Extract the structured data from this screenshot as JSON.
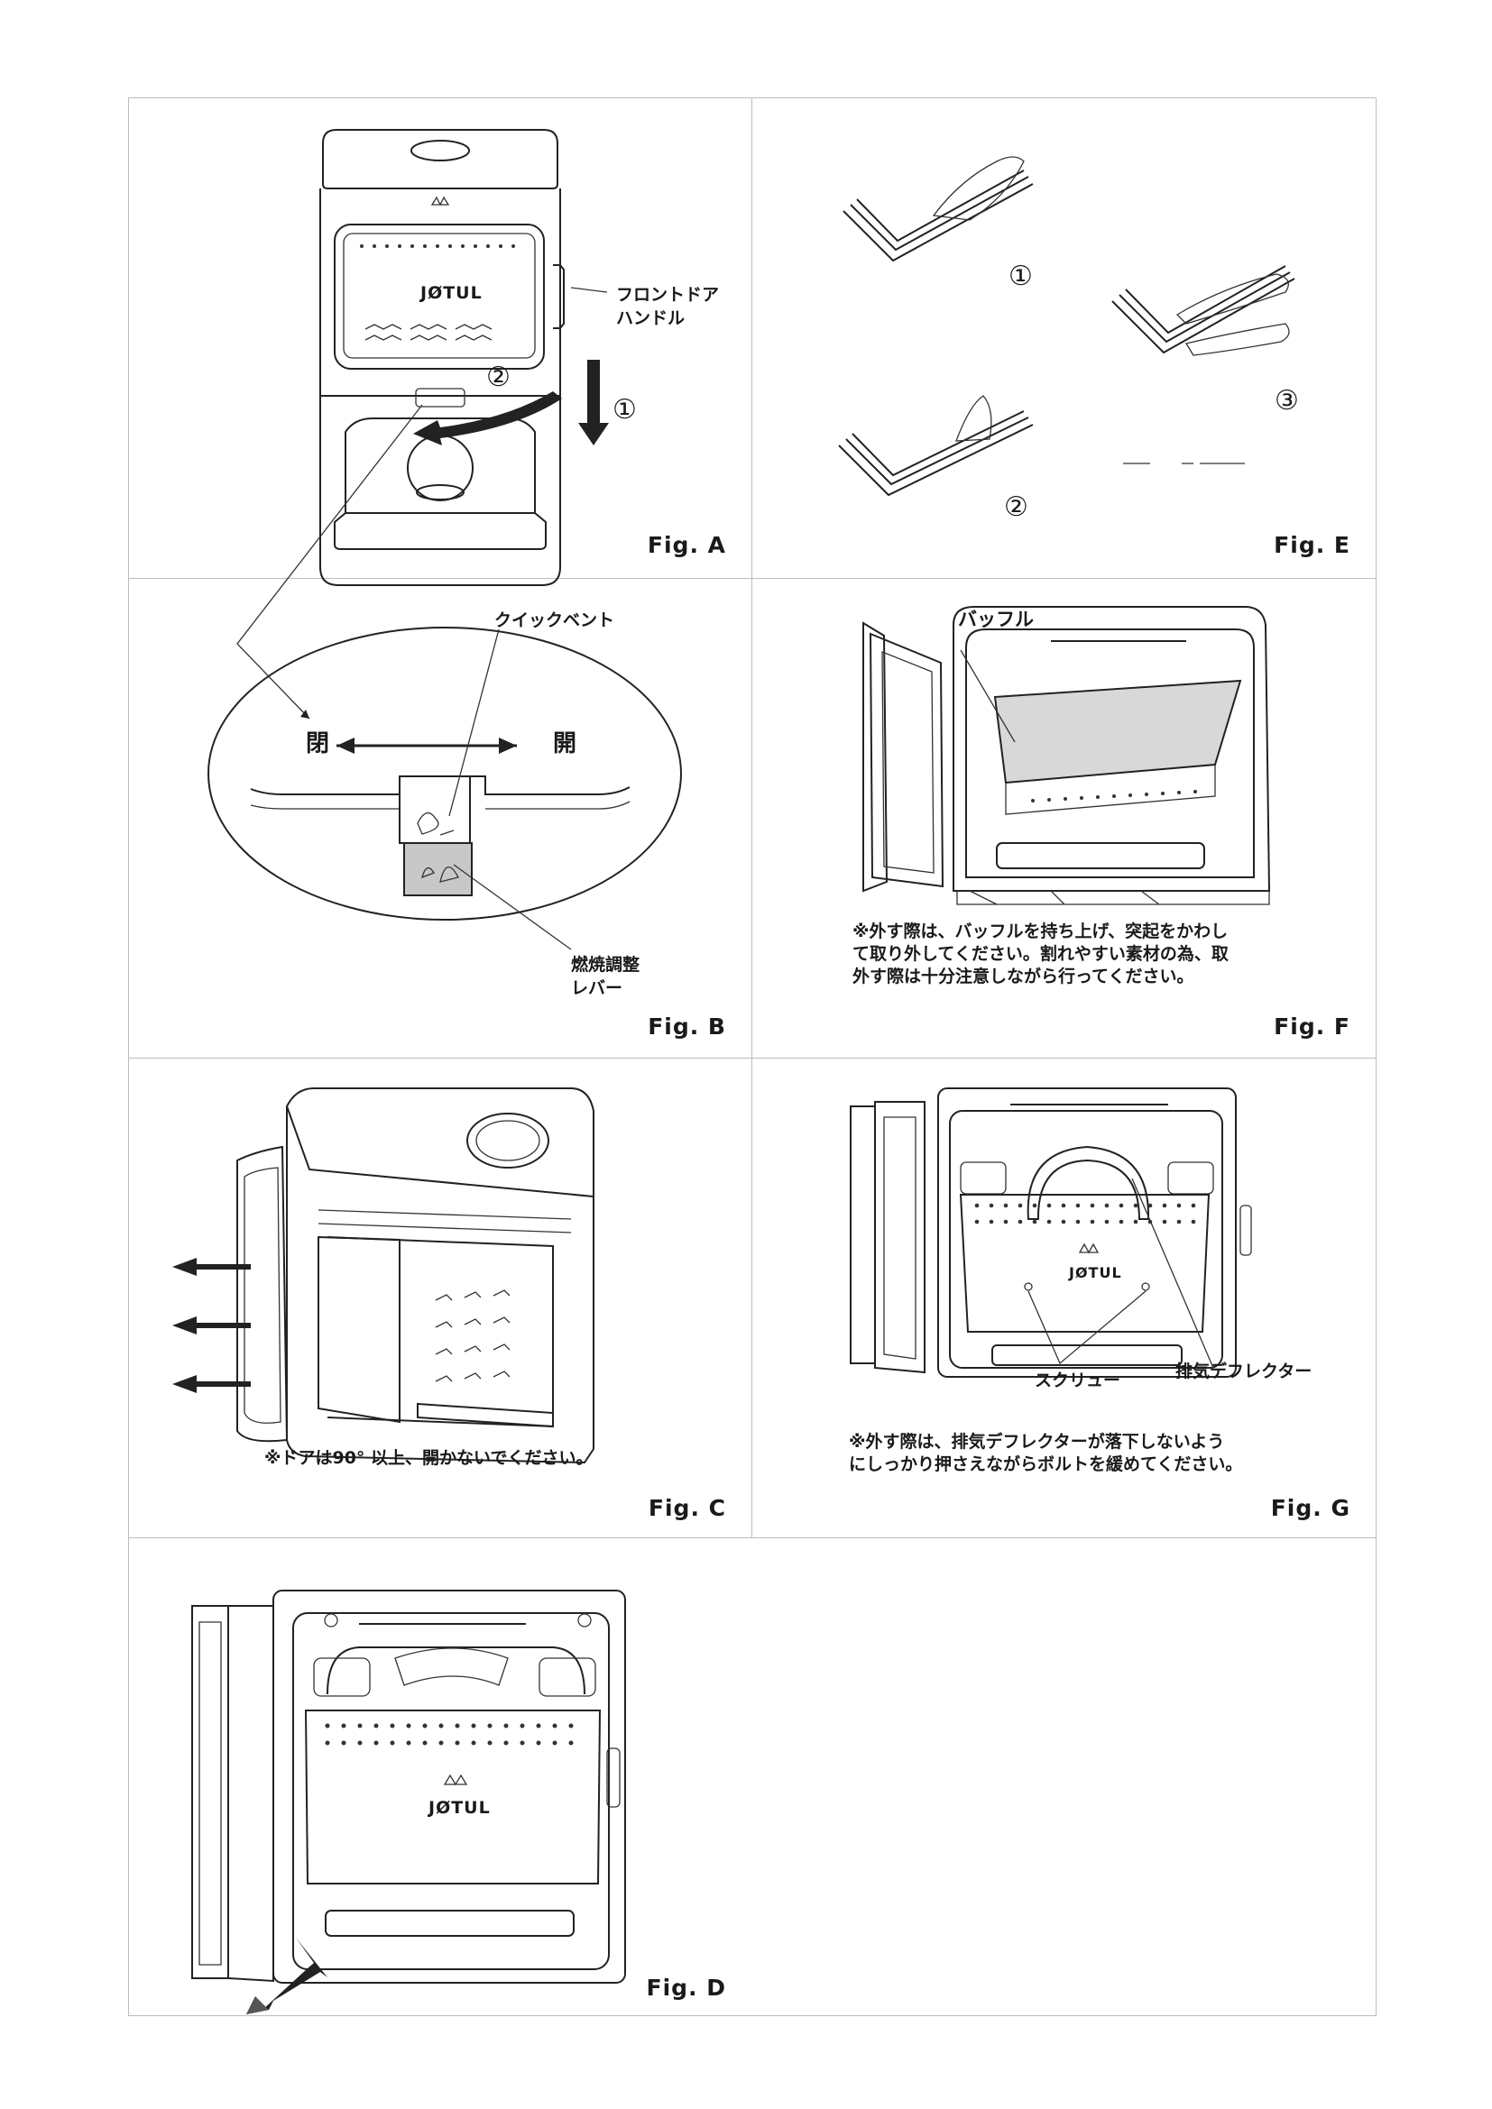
{
  "figures": {
    "a": {
      "label": "Fig. A",
      "callout_line1": "フロントドア",
      "callout_line2": "ハンドル",
      "step1": "①",
      "step2": "②",
      "logo": "JØTUL"
    },
    "b": {
      "label": "Fig. B",
      "quick_vent": "クイックベント",
      "closed_left": "閉",
      "closed_right": "開",
      "lever_line1": "燃焼調整",
      "lever_line2": "レバー"
    },
    "c": {
      "label": "Fig. C",
      "note": "※ドアは90°  以上、開かないでください。"
    },
    "d": {
      "label": "Fig. D",
      "logo": "JØTUL"
    },
    "e": {
      "label": "Fig. E",
      "step1": "①",
      "step2": "②",
      "step3": "③"
    },
    "f": {
      "label": "Fig. F",
      "baffle": "バッフル",
      "note_line1": "※外す際は、バッフルを持ち上げ、突起をかわし",
      "note_line2": "て取り外してください。割れやすい素材の為、取",
      "note_line3": "外す際は十分注意しながら行ってください。"
    },
    "g": {
      "label": "Fig. G",
      "screw": "スクリュー",
      "deflector": "排気デフレクター",
      "logo": "JØTUL",
      "note_line1": "※外す際は、排気デフレクターが落下しないよう",
      "note_line2": "にしっかり押さえながらボルトを緩めてください。"
    }
  }
}
